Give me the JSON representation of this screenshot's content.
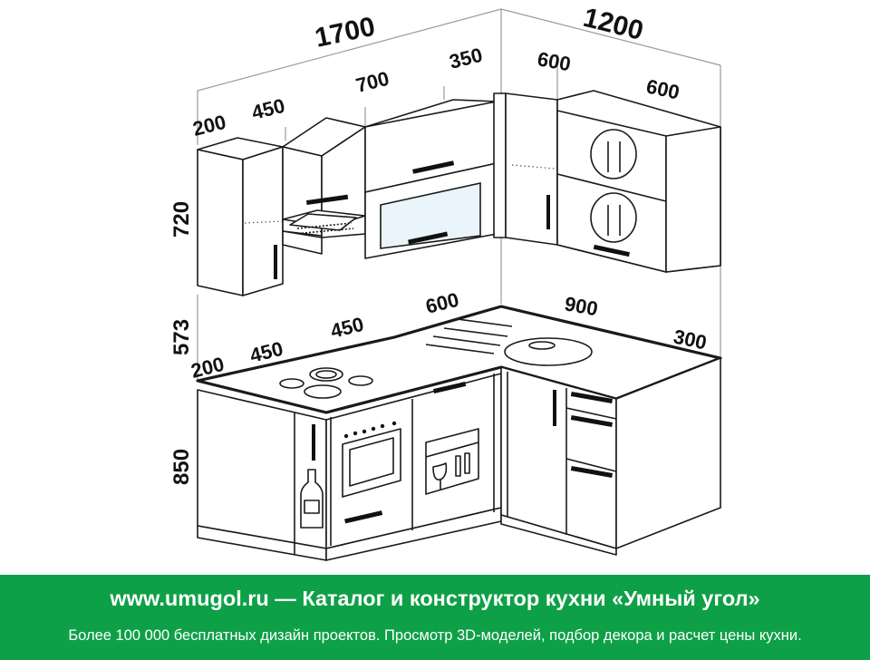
{
  "dimensions": {
    "upper_total_left": "1700",
    "upper_total_right": "1200",
    "upper_left_200": "200",
    "upper_left_450": "450",
    "upper_left_700": "700",
    "upper_left_350": "350",
    "upper_right_600a": "600",
    "upper_right_600b": "600",
    "height_upper": "720",
    "height_gap": "573",
    "height_base": "850",
    "base_left_200": "200",
    "base_left_450a": "450",
    "base_left_450b": "450",
    "base_left_600": "600",
    "base_right_900": "900",
    "base_right_300": "300"
  },
  "footer": {
    "headline": "www.umugol.ru — Каталог и конструктор кухни «Умный угол»",
    "subline": "Более 100 000 бесплатных дизайн проектов. Просмотр 3D-моделей, подбор декора и расчет цены кухни."
  }
}
